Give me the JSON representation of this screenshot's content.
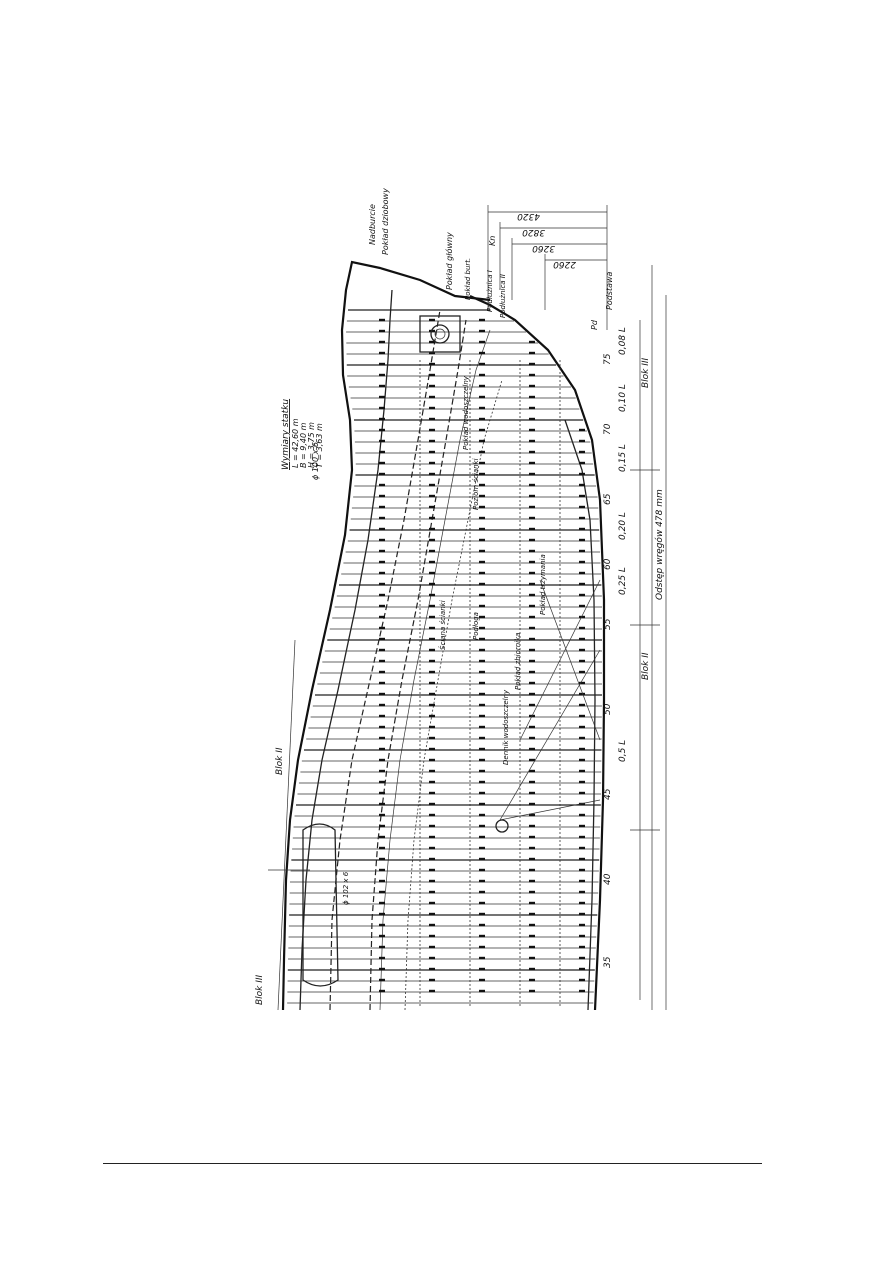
{
  "drawing": {
    "main_dimension_label": "Odstęp wręgów 478 mm",
    "block_labels": [
      "Blok III",
      "Blok II",
      "Blok III"
    ],
    "top_block_label": "Blok II",
    "left_block_label": "Blok III",
    "frame_numbers": [
      "35",
      "40",
      "45",
      "50",
      "55",
      "60",
      "65",
      "70",
      "75"
    ],
    "frame_spacings": [
      "0,5 L",
      "0,25 L",
      "0,20 L",
      "0,15 L",
      "0,10 L",
      "0,08 L"
    ],
    "stations": [
      "Pd",
      "Podstawa",
      "Podłużnica I",
      "Podłużnica II",
      "Pokład główny",
      "Pokład dziobowy",
      "Nadburcie",
      "Pokład burt."
    ],
    "top_dimensions": [
      "4320",
      "3820",
      "3260",
      "2260"
    ],
    "top_dim_suffix": "Kn",
    "plate_marks": [
      "ϕ 100 x 6",
      "ϕ 102 x 6",
      "Blok III"
    ],
    "callout_labels": [
      "Wymiary statku",
      "L = 42,60 m",
      "B = 9,40 m",
      "H = 3,75 m",
      "T = 3,63 m"
    ],
    "deck_labels": [
      "Poziom ścianki",
      "Podłoga",
      "Pokład trzymania",
      "Pokład zbiornika",
      "Ściana ścianki",
      "Pokład wodoszczelny",
      "Dennik wodoszczelny"
    ]
  }
}
